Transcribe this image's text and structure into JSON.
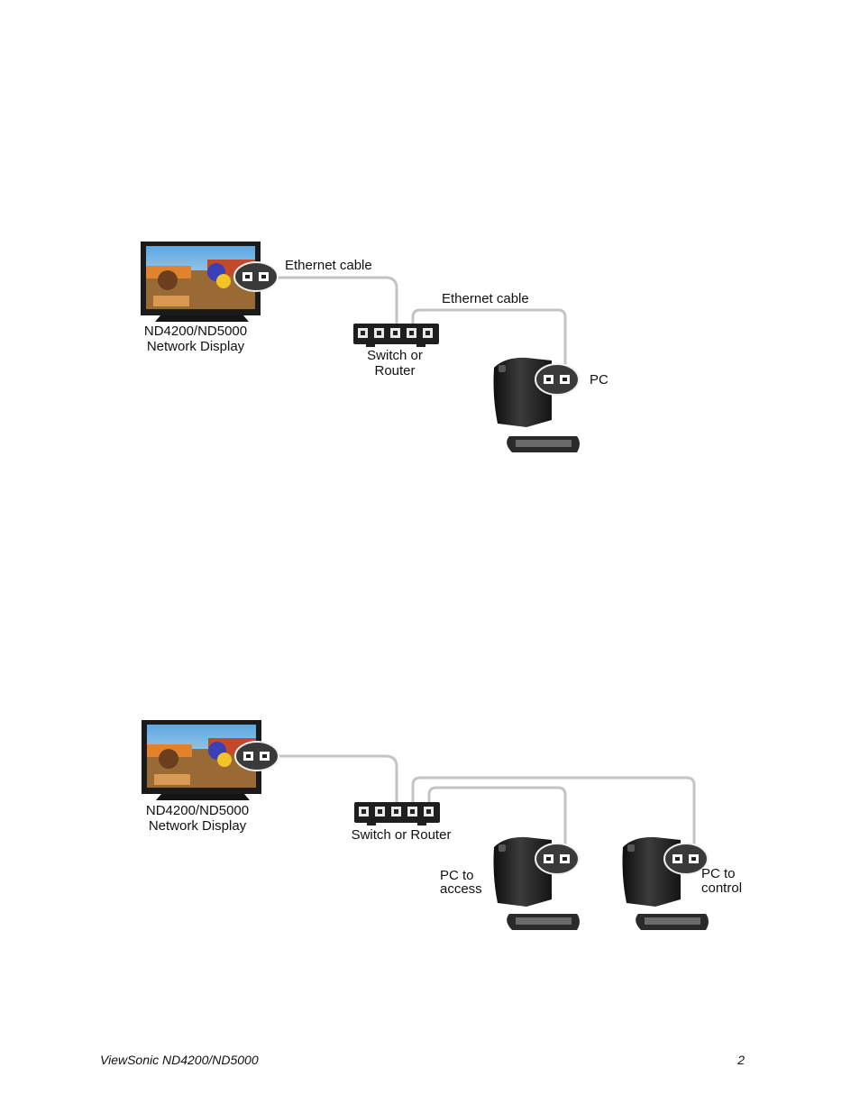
{
  "diagram1": {
    "display_label": [
      "ND4200/ND5000",
      "Network Display"
    ],
    "cable1_label": "Ethernet cable",
    "cable2_label": "Ethernet cable",
    "switch_label": [
      "Switch or",
      "Router"
    ],
    "pc_label": "PC"
  },
  "diagram2": {
    "display_label": [
      "ND4200/ND5000",
      "Network Display"
    ],
    "switch_label": "Switch or Router",
    "pc_access_label": [
      "PC to",
      "access"
    ],
    "pc_control_label": [
      "PC to",
      "control"
    ]
  },
  "footer": {
    "product": "ViewSonic ND4200/ND5000",
    "page_number": "2"
  },
  "colors": {
    "cable": "#c4c4c4",
    "device_dark": "#1e1e1e",
    "port_bubble": "#3a3a3a"
  }
}
